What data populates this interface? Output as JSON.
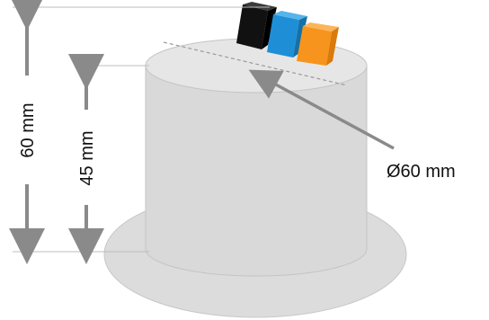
{
  "dimensions": {
    "total_height": "60 mm",
    "cylinder_height": "45 mm",
    "diameter": "Ø60 mm"
  },
  "blocks": [
    {
      "name": "black-block",
      "color": "#111111",
      "top": "#3a3a3a"
    },
    {
      "name": "blue-block",
      "color": "#1e8fd6",
      "top": "#56b4ea"
    },
    {
      "name": "orange-block",
      "color": "#f7941d",
      "top": "#fbb55a"
    }
  ],
  "colors": {
    "base_disk": "#dcdcdc",
    "cylinder_body": "#dadada",
    "cylinder_top": "#e7e7e7",
    "arrows": "#8a8a8a"
  }
}
